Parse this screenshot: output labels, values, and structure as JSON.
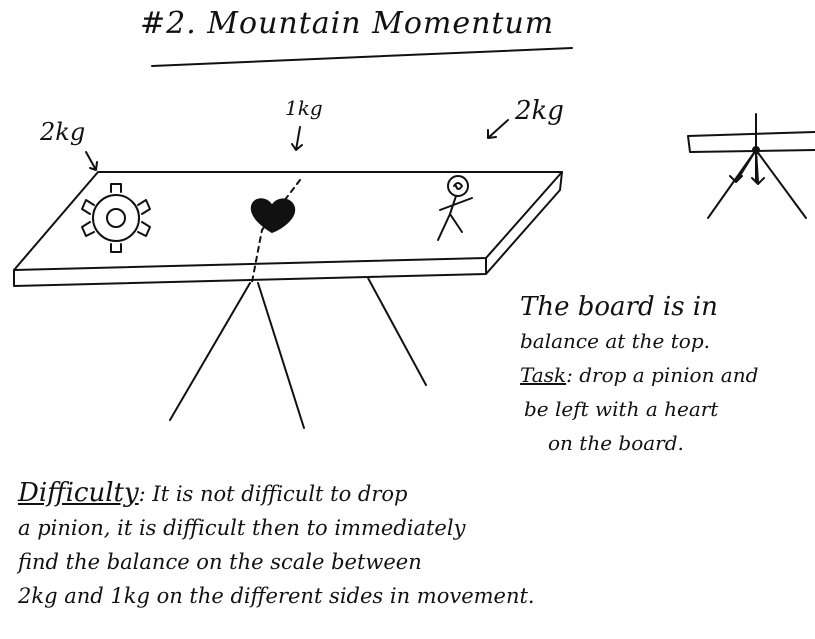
{
  "title": "#2. Mountain Momentum",
  "weights": {
    "left": "2kg",
    "middle": "1kg",
    "right": "2kg"
  },
  "note": {
    "line1": "The board is in",
    "line2": "balance at the top.",
    "task_label": "Task",
    "task_line1": "drop a pinion and",
    "task_line2": "be left with a heart",
    "task_line3": "on the board."
  },
  "difficulty": {
    "label": "Difficulty",
    "line1": "It is not difficult to drop",
    "line2": "a pinion, it is difficult then to immediately",
    "line3": "find the balance on the scale between",
    "line4": "2kg and 1kg on the different sides in movement."
  },
  "icons": [
    "gear-icon",
    "heart-icon",
    "stick-figure-icon",
    "arrow-icon"
  ]
}
